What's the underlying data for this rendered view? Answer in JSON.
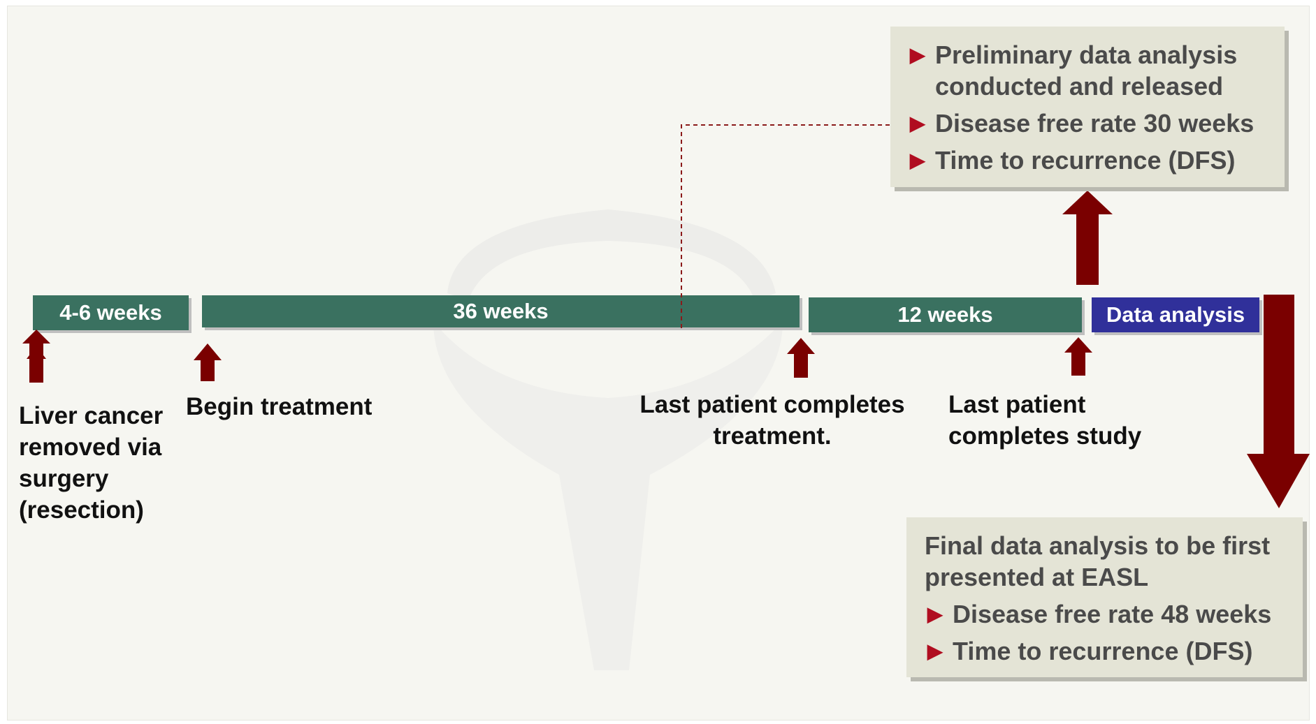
{
  "timeline": {
    "segments": [
      {
        "label": "4-6 weeks",
        "color": "#3a7160"
      },
      {
        "label": "36 weeks",
        "color": "#3a7160"
      },
      {
        "label": "12 weeks",
        "color": "#3a7160"
      },
      {
        "label": "Data analysis",
        "color": "#30309a"
      }
    ],
    "milestones": [
      {
        "lines": [
          "Liver cancer",
          "removed via",
          "surgery",
          "(resection)"
        ]
      },
      {
        "lines": [
          "Begin treatment"
        ]
      },
      {
        "lines": [
          "Last patient completes",
          "treatment."
        ]
      },
      {
        "lines": [
          "Last patient",
          "completes study"
        ]
      }
    ]
  },
  "preliminary_box": {
    "items": [
      {
        "lines": [
          "Preliminary data analysis",
          "conducted and released"
        ]
      },
      {
        "lines": [
          "Disease free rate 30 weeks"
        ]
      },
      {
        "lines": [
          "Time to recurrence (DFS)"
        ]
      }
    ]
  },
  "final_box": {
    "heading": [
      "Final data analysis to be first",
      "presented at EASL"
    ],
    "items": [
      {
        "lines": [
          "Disease free rate 48 weeks"
        ]
      },
      {
        "lines": [
          "Time to recurrence (DFS)"
        ]
      }
    ]
  },
  "colors": {
    "arrow": "#7a0000",
    "bullet": "#b00d20",
    "connector": "#8b1a1a",
    "box_fill": "#e4e4d6"
  },
  "icons": {
    "bullet": "▶"
  }
}
